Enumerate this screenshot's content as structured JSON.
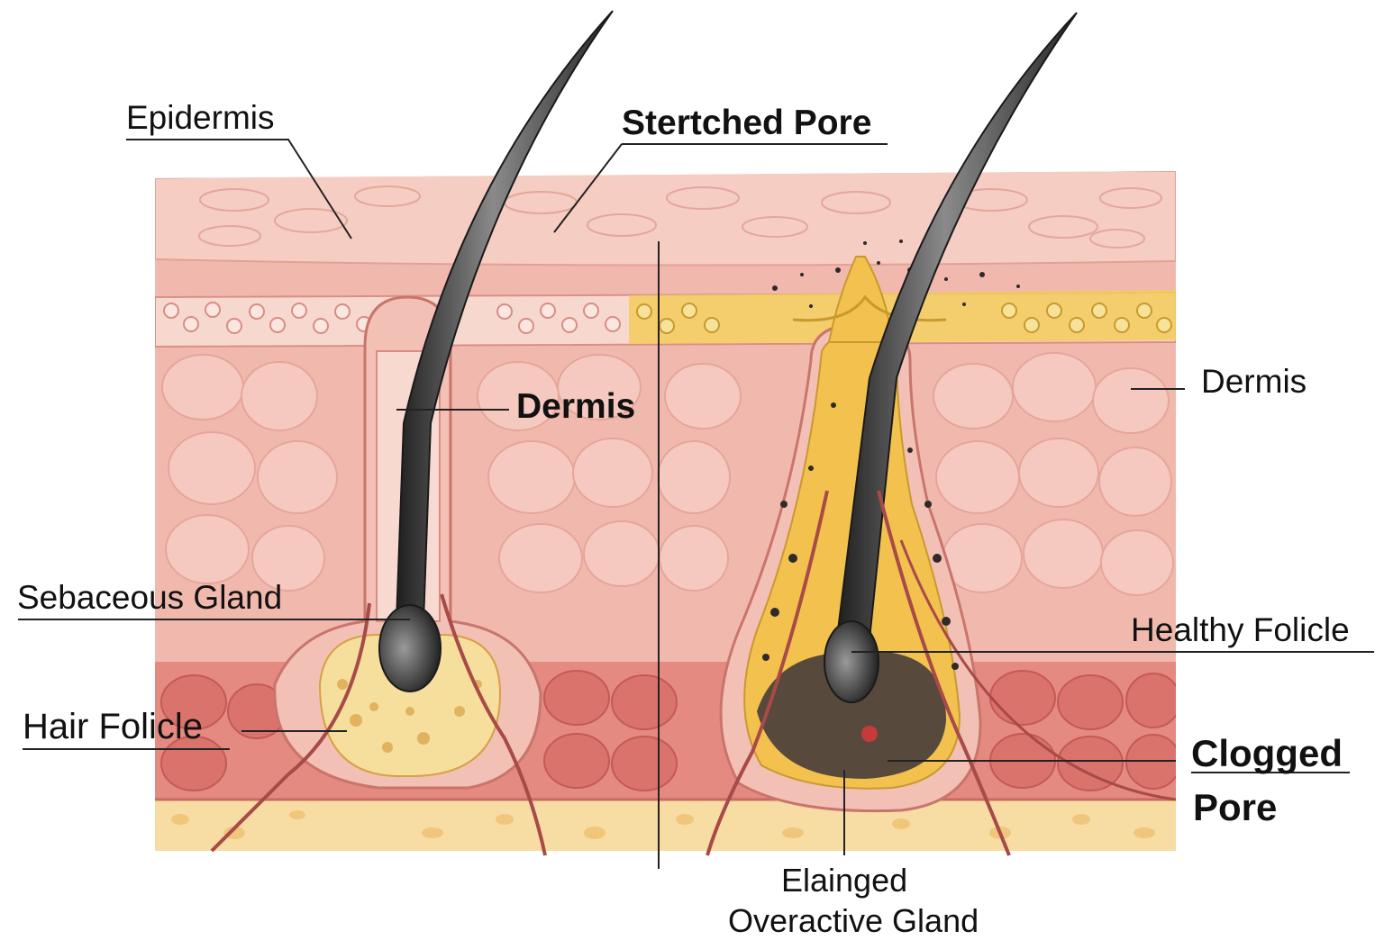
{
  "labels": {
    "epidermis": "Epidermis",
    "stretched_pore": "Stertched Pore",
    "dermis_center": "Dermis",
    "dermis_right": "Dermis",
    "sebaceous_gland": "Sebaceous Gland",
    "hair_follicle": "Hair Folicle",
    "healthy_follicle": "Healthy Folicle",
    "clogged_pore_line1": "Clogged",
    "clogged_pore_line2": "Pore",
    "enlarged_gland_line1": "Elainged",
    "enlarged_gland_line2": "Overactive Gland"
  },
  "colors": {
    "epidermis": "#f4c4b8",
    "dermis": "#f1b9ae",
    "cell_line": "#e09c90",
    "deep_layer": "#d9736c",
    "fat": "#f7dca4",
    "sebum": "#f2c14e",
    "debris": "#3a3330",
    "hair": "#2f2f2f"
  }
}
